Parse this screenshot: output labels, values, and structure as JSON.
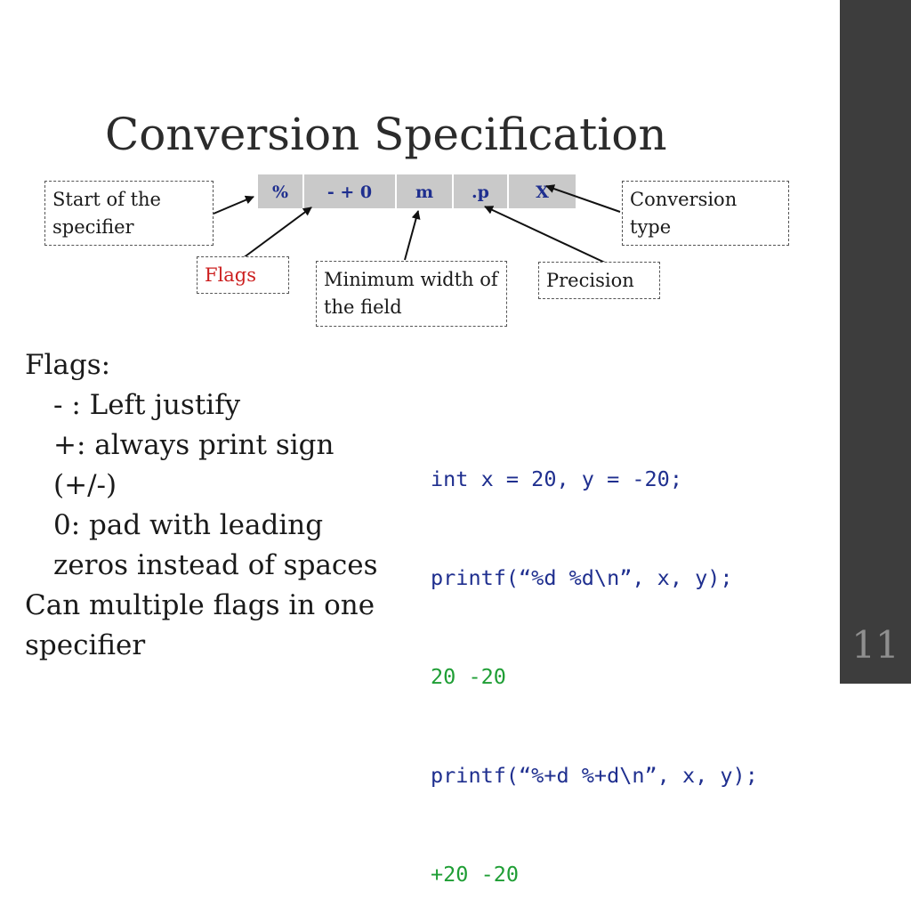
{
  "slide": {
    "title": "Conversion Specification",
    "number": "11"
  },
  "spec_cells": [
    "%",
    "- + 0",
    "m",
    ".p",
    "X"
  ],
  "callouts": {
    "start": "Start of the specifier",
    "conversion": "Conversion type",
    "flags": "Flags",
    "min_width": "Minimum width of the field",
    "precision": "Precision"
  },
  "flags_text": {
    "heading": "Flags:",
    "items": [
      "- : Left justify",
      "+: always print sign",
      "(+/-)",
      "0: pad with leading",
      "zeros instead of spaces"
    ],
    "footer_lines": [
      "Can multiple flags in one",
      "specifier"
    ]
  },
  "code_lines": [
    {
      "text": "int x = 20, y = -20;",
      "style": "blue"
    },
    {
      "text": "printf(“%d %d\\n”, x, y);",
      "style": "blue"
    },
    {
      "text": "20 -20",
      "style": "green"
    },
    {
      "text": "printf(“%+d %+d\\n”, x, y);",
      "style": "blue"
    },
    {
      "text": "+20 -20",
      "style": "green"
    }
  ],
  "colors": {
    "sidebar": "#3d3d3d",
    "code_blue": "#1f2f8f",
    "code_green": "#1f9e35",
    "flags_red": "#cc1f1f",
    "spec_bar": "#c9c9c9"
  }
}
